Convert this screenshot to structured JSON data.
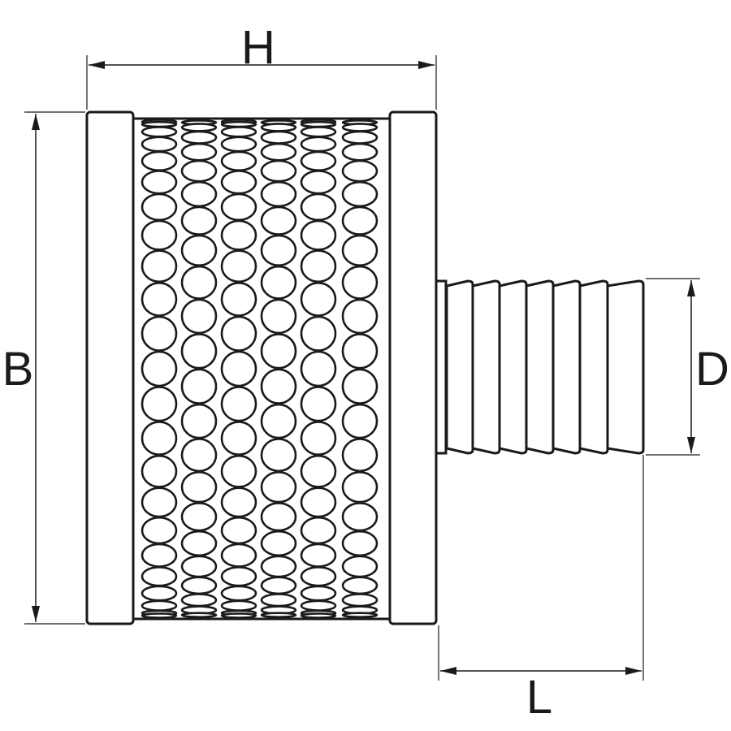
{
  "dimensions": {
    "H": "H",
    "B": "B",
    "D": "D",
    "L": "L"
  },
  "colors": {
    "stroke": "#1a1a1a",
    "fill": "#ffffff"
  }
}
